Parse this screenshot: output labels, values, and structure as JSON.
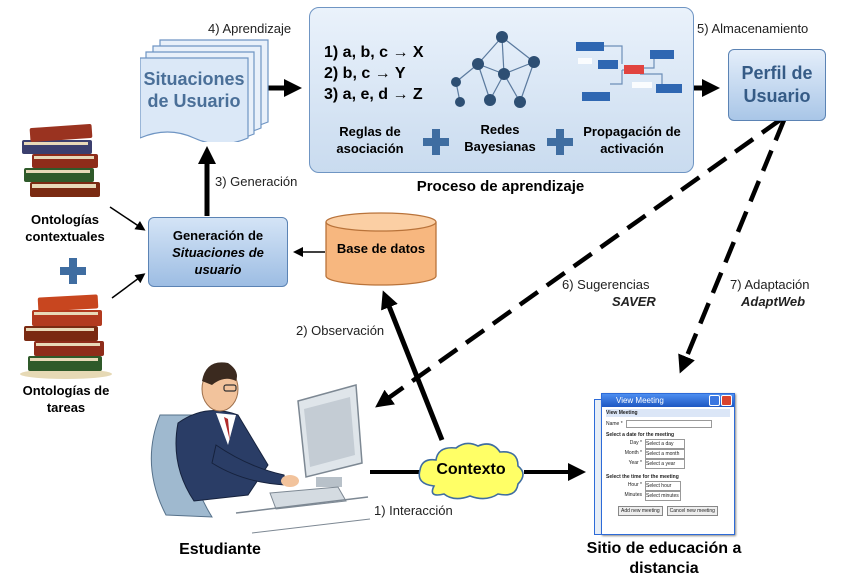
{
  "process": {
    "rules": [
      "1) a, b, c → X",
      "2) b, c → Y",
      "3) a, e, d → Z"
    ],
    "assoc_label": "Reglas de asociación",
    "bayes_label": "Redes Bayesianas",
    "activation_label": "Propagación de activación",
    "title": "Proceso de aprendizaje"
  },
  "situaciones": "Situaciones de Usuario",
  "perfil": "Perfil de Usuario",
  "generacion": {
    "line1": "Generación de",
    "line2": "Situaciones de",
    "line3": "usuario"
  },
  "base_datos": "Base de datos",
  "contexto": "Contexto",
  "ontologias": {
    "contextuales": "Ontologías contextuales",
    "tareas": "Ontologías de tareas"
  },
  "estudiante": "Estudiante",
  "sitio": "Sitio de educación a distancia",
  "edges": {
    "aprendizaje": "4) Aprendizaje",
    "almacenamiento": "5) Almacenamiento",
    "generacion": "3) Generación",
    "observacion": "2) Observación",
    "sugerencias": "6) Sugerencias",
    "saver": "SAVER",
    "adaptacion": "7) Adaptación",
    "adaptweb": "AdaptWeb",
    "interaccion": "1) Interacción"
  },
  "window": {
    "title": "View Meeting",
    "inner_title": "View Meeting",
    "name_label": "Name *",
    "date_section": "Select a date for the meeting",
    "day_label": "Day *",
    "month_label": "Month *",
    "year_label": "Year *",
    "day_value": "Select a day",
    "month_value": "Select a month",
    "year_value": "Select a year",
    "time_section": "Select the time for the meeting",
    "hour_label": "Hour *",
    "minutes_label": "Minutes",
    "hour_value": "Select hour",
    "minutes_value": "Select minutes",
    "add_button": "Add new meeting",
    "cancel_button": "Cancel new meeting"
  },
  "colors": {
    "process_border": "#6f95c3",
    "plus": "#3f6da1",
    "db": "#f7b77f",
    "cloud": "#ffff66",
    "title_bar": "#2d6bd8"
  }
}
